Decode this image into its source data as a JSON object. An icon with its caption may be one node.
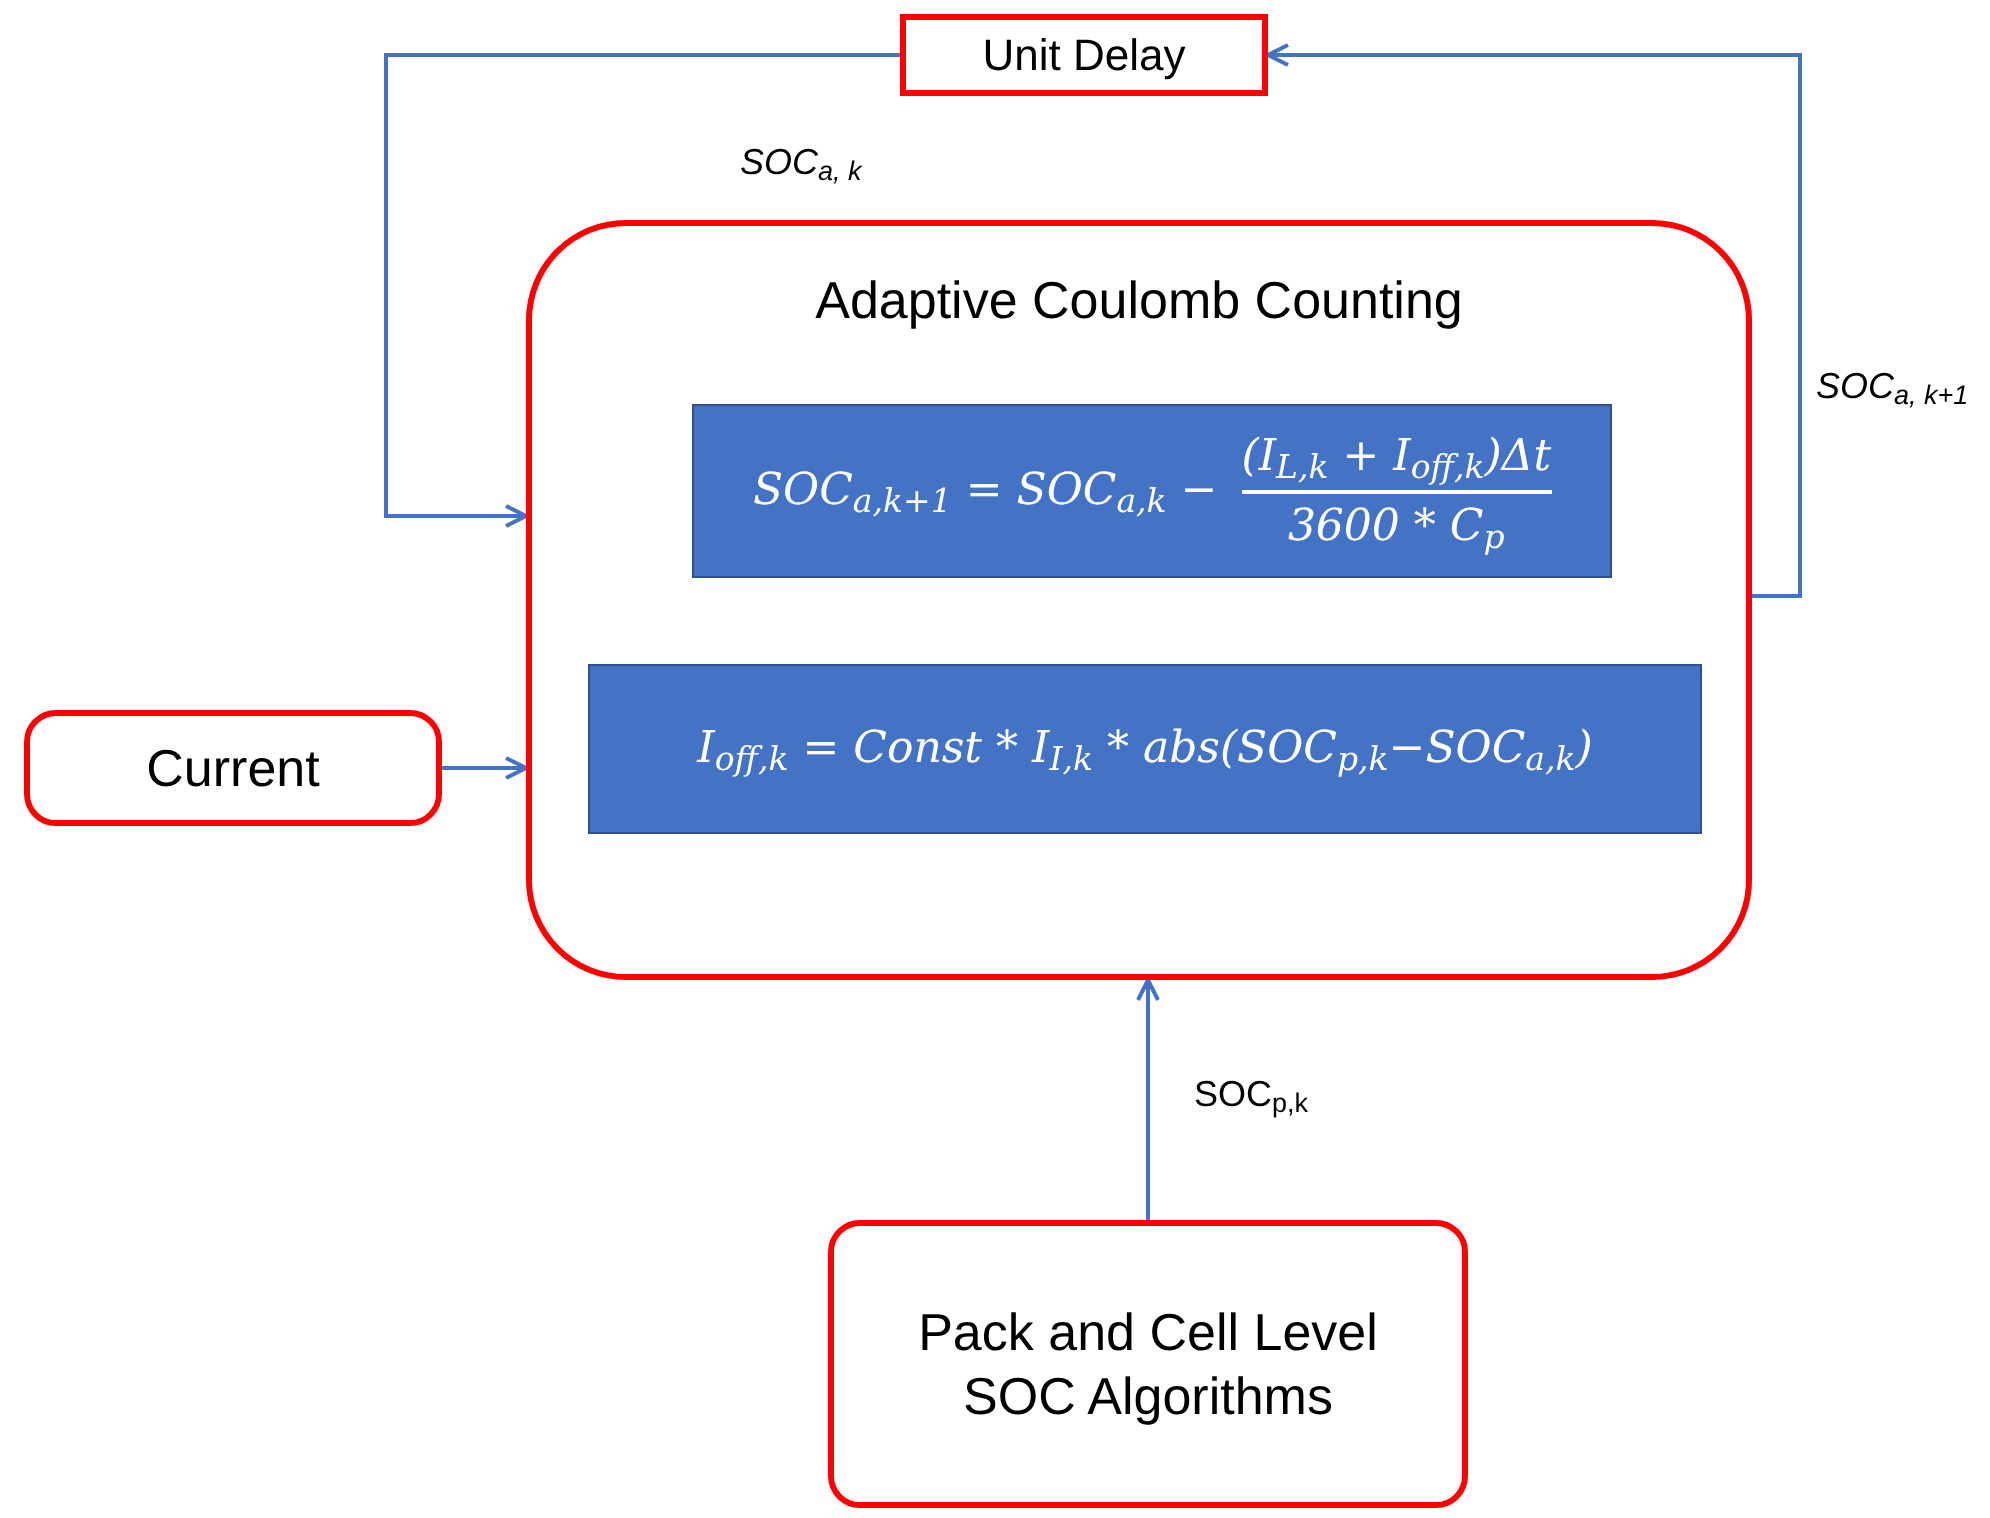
{
  "diagram": {
    "nodes": [
      {
        "text": [
          "Unit Delay"
        ]
      },
      {
        "text": [
          "Adaptive Coulomb Counting"
        ]
      },
      {
        "text": [
          "SOC$_{a,k+1}$ = SOC$_{a,k}$ −",
          "(I$_{L,k}$ + I$_{off,k}$)Δt",
          "3600 * C$_{p}$"
        ],
        "in": 1
      },
      {
        "text": [
          "I$_{off,k}$ = Const * I$_{I,k}$ * abs(SOC$_{p,k}$−SOC$_{a,k}$)"
        ],
        "in": 1
      },
      {
        "text": [
          "Current"
        ]
      },
      {
        "text": [
          "Pack and Cell Level SOC Algorithms"
        ]
      }
    ],
    "edges": [
      {
        "from": 1,
        "to": 0,
        "arrow": "to",
        "label": "SOC$_{a, k+1}$"
      },
      {
        "from": 0,
        "to": 1,
        "arrow": "to",
        "label": "SOC$_{a, k}$"
      },
      {
        "from": 4,
        "to": 1,
        "arrow": "to"
      },
      {
        "from": 5,
        "to": 1,
        "arrow": "to",
        "label": "SOC$_{p,k}$"
      }
    ]
  }
}
